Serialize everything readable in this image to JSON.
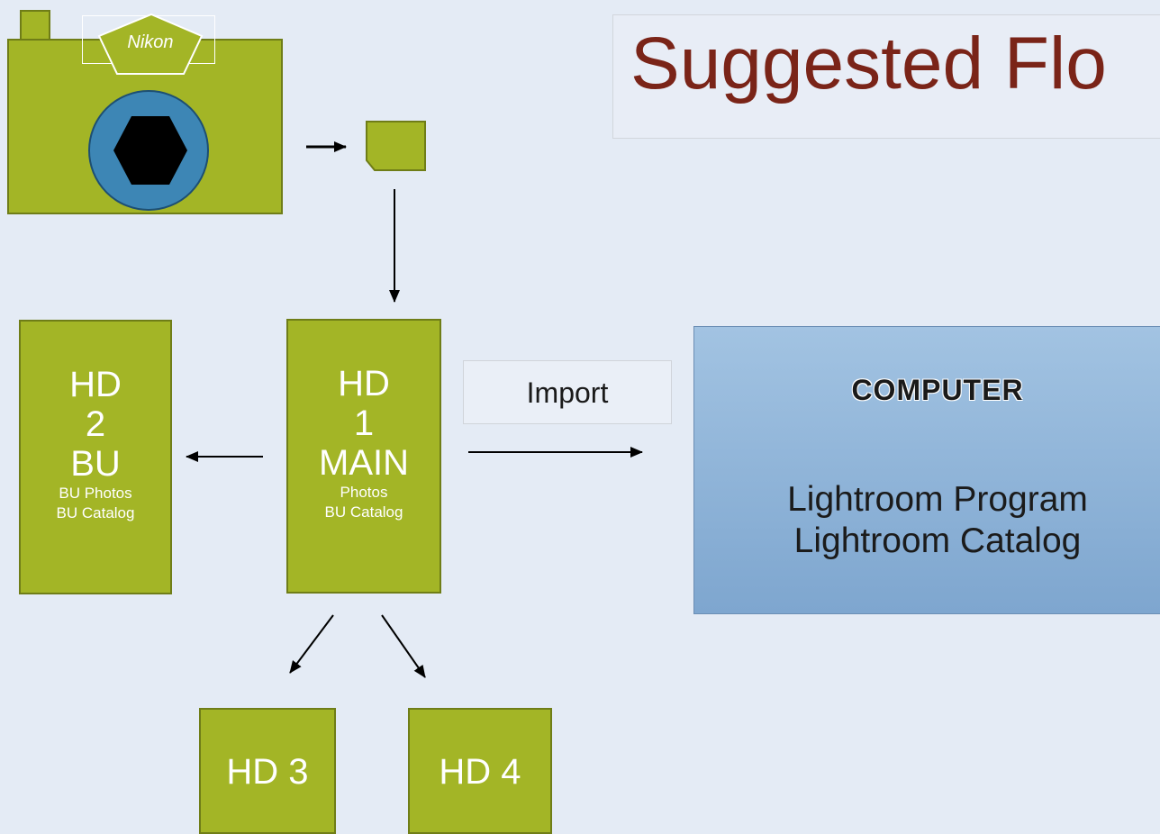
{
  "slide": {
    "title": "Suggested Flo"
  },
  "camera": {
    "brand": "Nikon"
  },
  "nodes": {
    "hd2": {
      "line1": "HD",
      "line2": "2",
      "line3": "BU",
      "detail1": "BU Photos",
      "detail2": "BU Catalog"
    },
    "hd1": {
      "line1": "HD",
      "line2": "1",
      "line3": "MAIN",
      "detail1": "Photos",
      "detail2": "BU Catalog"
    },
    "hd3": {
      "label": "HD 3"
    },
    "hd4": {
      "label": "HD 4"
    }
  },
  "import_label": "Import",
  "computer": {
    "title": "COMPUTER",
    "line1": "Lightroom Program",
    "line2": "Lightroom Catalog"
  },
  "colors": {
    "drive_fill": "#a3b526",
    "lens": "#3d86b5",
    "title_text": "#7a2418",
    "computer_fill": "#8fb4d8"
  }
}
